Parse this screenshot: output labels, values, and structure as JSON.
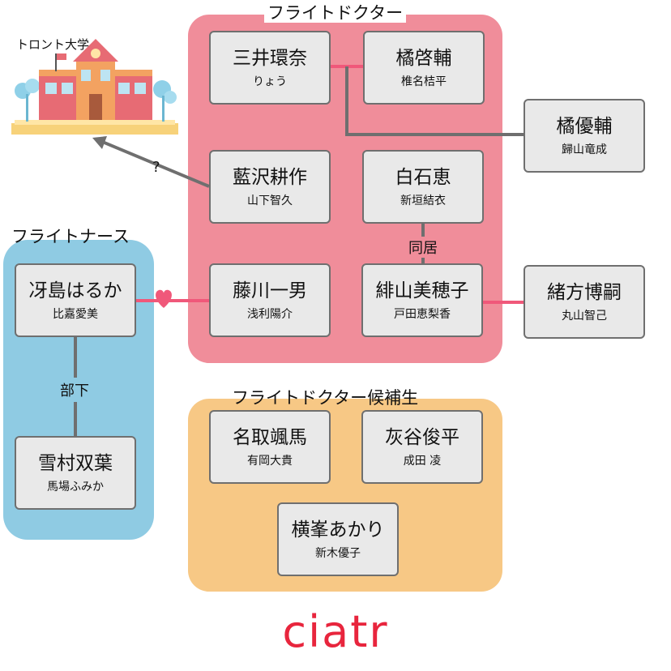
{
  "groups": {
    "doctor": "フライトドクター",
    "nurse": "フライトナース",
    "candidate": "フライトドクター候補生"
  },
  "university": {
    "label": "トロント大学"
  },
  "unknown_mark": "?",
  "cards": {
    "mitsui": {
      "role": "三井環奈",
      "actor": "りょう"
    },
    "tachibana_k": {
      "role": "橘啓輔",
      "actor": "椎名桔平"
    },
    "tachibana_y": {
      "role": "橘優輔",
      "actor": "歸山竜成"
    },
    "aizawa": {
      "role": "藍沢耕作",
      "actor": "山下智久"
    },
    "shiraishi": {
      "role": "白石恵",
      "actor": "新垣結衣"
    },
    "fujikawa": {
      "role": "藤川一男",
      "actor": "浅利陽介"
    },
    "hiyama": {
      "role": "緋山美穂子",
      "actor": "戸田恵梨香"
    },
    "ogata": {
      "role": "緒方博嗣",
      "actor": "丸山智己"
    },
    "saejima": {
      "role": "冴島はるか",
      "actor": "比嘉愛美"
    },
    "yukimura": {
      "role": "雪村双葉",
      "actor": "馬場ふみか"
    },
    "natori": {
      "role": "名取颯馬",
      "actor": "有岡大貴"
    },
    "haitani": {
      "role": "灰谷俊平",
      "actor": "成田 凌"
    },
    "yokomine": {
      "role": "横峯あかり",
      "actor": "新木優子"
    }
  },
  "relations": {
    "cohabit": "同居",
    "subordinate": "部下"
  },
  "colors": {
    "doctor_bg": "#f08d9a",
    "nurse_bg": "#8fcbe3",
    "candidate_bg": "#f7c885",
    "love_line": "#f0587a",
    "gray_line": "#6f6f6f",
    "logo": "#e8253d"
  },
  "logo": "ciatr"
}
